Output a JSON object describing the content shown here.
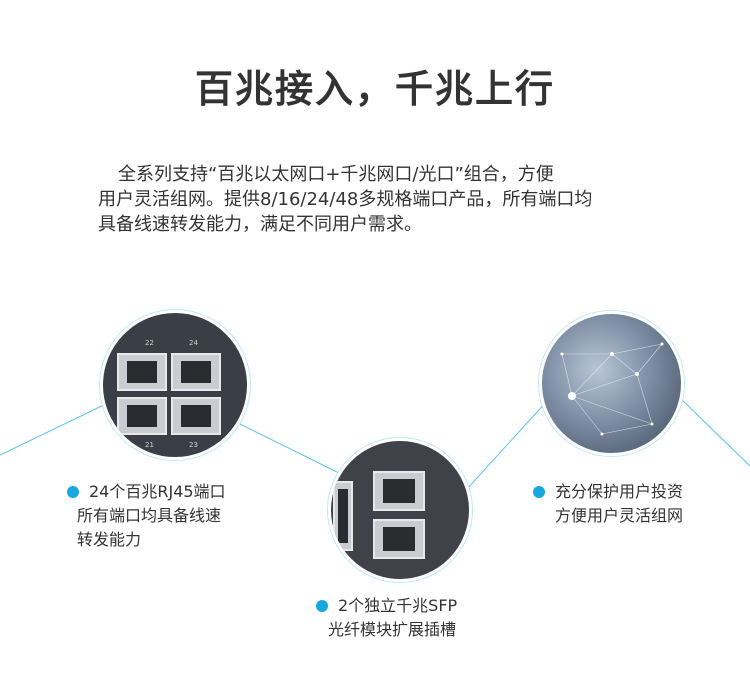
{
  "title": "百兆接入，千兆上行",
  "intro": {
    "line1": "全系列支持“百兆以太网口+千兆网口/光口”组合，方便",
    "line2": "用户灵活组网。提供8/16/24/48多规格端口产品，所有端口均",
    "line3": "具备线速转发能力，满足不同用户需求。"
  },
  "circle1": {
    "port_top_left": "22",
    "port_top_right": "24",
    "port_bottom_left": "21",
    "port_bottom_right": "23"
  },
  "features": {
    "left": {
      "line1": "24个百兆RJ45端口",
      "line2": "所有端口均具备线速",
      "line3": "转发能力"
    },
    "center": {
      "line1": "2个独立千兆SFP",
      "line2": "光纤模块扩展插槽"
    },
    "right": {
      "line1": "充分保护用户投资",
      "line2": "方便用户灵活组网"
    }
  },
  "colors": {
    "accent": "#16a8df",
    "line": "#5cc4ea",
    "text": "#333333"
  }
}
